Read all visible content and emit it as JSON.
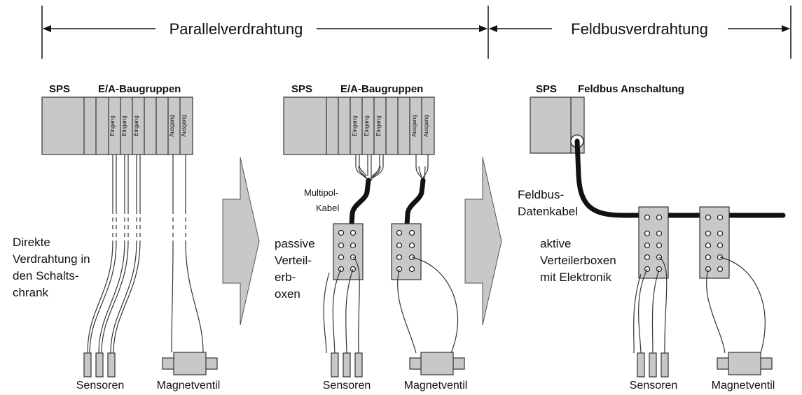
{
  "headers": {
    "parallel": "Parallelverdrahtung",
    "fieldbus": "Feldbusverdrahtung"
  },
  "panel1": {
    "sps": "SPS",
    "ea": "E/A-Baugruppen",
    "slots": [
      "Eingang",
      "Eingang",
      "Eingang",
      "Ausgang",
      "Ausgang"
    ],
    "note": [
      "Direkte",
      "Verdrahtung in",
      "den Schalts-",
      "chrank"
    ],
    "sensors": "Sensoren",
    "valve": "Magnetventil"
  },
  "panel2": {
    "sps": "SPS",
    "ea": "E/A-Baugruppen",
    "slots": [
      "Eingang",
      "Eingang",
      "Eingang",
      "Ausgang",
      "Ausgang"
    ],
    "cable": [
      "Multipol-",
      "Kabel"
    ],
    "note": [
      "passive",
      "Verteil-",
      "erb-",
      "oxen"
    ],
    "sensors": "Sensoren",
    "valve": "Magnetventil"
  },
  "panel3": {
    "sps": "SPS",
    "interface": "Feldbus Anschaltung",
    "cable": [
      "Feldbus-",
      "Datenkabel"
    ],
    "note": [
      "aktive",
      "Verteilerboxen",
      "mit Elektronik"
    ],
    "sensors": "Sensoren",
    "valve": "Magnetventil"
  }
}
